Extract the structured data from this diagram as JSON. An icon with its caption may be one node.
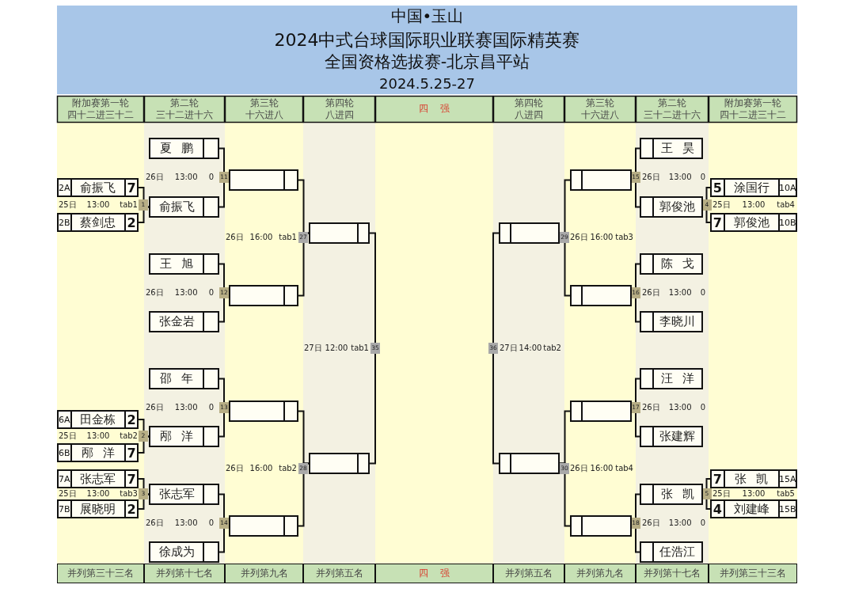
{
  "diagram": {
    "title": "2024中式台球国际职业联赛国际精英赛",
    "nodes": [
      {
        "text": [
          "2A",
          "俞振飞",
          "7"
        ]
      },
      {
        "text": [
          "2B",
          "蔡剑忠",
          "2"
        ]
      },
      {
        "text": [
          "6A",
          "田金栋",
          "2"
        ]
      },
      {
        "text": [
          "6B",
          "邴 洋",
          "7"
        ]
      },
      {
        "text": [
          "7A",
          "张志军",
          "7"
        ]
      },
      {
        "text": [
          "7B",
          "展晓明",
          "2"
        ]
      },
      {
        "text": [
          "夏 鹏"
        ]
      },
      {
        "text": [
          "俞振飞"
        ]
      },
      {
        "text": [
          "王 旭"
        ]
      },
      {
        "text": [
          "张金岩"
        ]
      },
      {
        "text": [
          "邵 年"
        ]
      },
      {
        "text": [
          "邴 洋"
        ]
      },
      {
        "text": [
          "张志军"
        ]
      },
      {
        "text": [
          "徐成为"
        ]
      },
      {
        "text": [],
        "shape": "box"
      },
      {
        "text": [],
        "shape": "box"
      },
      {
        "text": [],
        "shape": "box"
      },
      {
        "text": [],
        "shape": "box"
      },
      {
        "text": [],
        "shape": "box"
      },
      {
        "text": [],
        "shape": "box"
      },
      {
        "text": [],
        "shape": "box"
      },
      {
        "text": [],
        "shape": "box"
      },
      {
        "text": [],
        "shape": "box"
      },
      {
        "text": [],
        "shape": "box"
      },
      {
        "text": [],
        "shape": "box"
      },
      {
        "text": [],
        "shape": "box"
      },
      {
        "text": [
          "王 昊"
        ]
      },
      {
        "text": [
          "郭俊池"
        ]
      },
      {
        "text": [
          "陈 戈"
        ]
      },
      {
        "text": [
          "李晓川"
        ]
      },
      {
        "text": [
          "汪 洋"
        ]
      },
      {
        "text": [
          "张建辉"
        ]
      },
      {
        "text": [
          "张 凯"
        ]
      },
      {
        "text": [
          "任浩江"
        ]
      },
      {
        "text": [
          "5",
          "涂国行",
          "10A"
        ]
      },
      {
        "text": [
          "7",
          "郭俊池",
          "10B"
        ]
      },
      {
        "text": [
          "7",
          "张 凯",
          "15A"
        ]
      },
      {
        "text": [
          "4",
          "刘建峰",
          "15B"
        ]
      }
    ],
    "edges": [
      {
        "from": 0,
        "to": 7,
        "arrow": "none"
      },
      {
        "from": 1,
        "to": 7,
        "arrow": "none"
      },
      {
        "from": 2,
        "to": 11,
        "arrow": "none"
      },
      {
        "from": 3,
        "to": 11,
        "arrow": "none"
      },
      {
        "from": 4,
        "to": 12,
        "arrow": "none"
      },
      {
        "from": 5,
        "to": 12,
        "arrow": "none"
      },
      {
        "from": 6,
        "to": 14,
        "arrow": "none"
      },
      {
        "from": 7,
        "to": 14,
        "arrow": "none"
      },
      {
        "from": 8,
        "to": 15,
        "arrow": "none"
      },
      {
        "from": 9,
        "to": 15,
        "arrow": "none"
      },
      {
        "from": 10,
        "to": 16,
        "arrow": "none"
      },
      {
        "from": 11,
        "to": 16,
        "arrow": "none"
      },
      {
        "from": 12,
        "to": 17,
        "arrow": "none"
      },
      {
        "from": 13,
        "to": 17,
        "arrow": "none"
      },
      {
        "from": 14,
        "to": 18,
        "arrow": "none"
      },
      {
        "from": 15,
        "to": 18,
        "arrow": "none"
      },
      {
        "from": 16,
        "to": 19,
        "arrow": "none"
      },
      {
        "from": 17,
        "to": 19,
        "arrow": "none"
      },
      {
        "from": 18,
        "to": 19,
        "arrow": "none"
      },
      {
        "from": 20,
        "to": 21,
        "arrow": "none"
      },
      {
        "from": 22,
        "to": 20,
        "arrow": "none"
      },
      {
        "from": 23,
        "to": 20,
        "arrow": "none"
      },
      {
        "from": 24,
        "to": 21,
        "arrow": "none"
      },
      {
        "from": 25,
        "to": 21,
        "arrow": "none"
      },
      {
        "from": 26,
        "to": 22,
        "arrow": "none"
      },
      {
        "from": 27,
        "to": 22,
        "arrow": "none"
      },
      {
        "from": 28,
        "to": 23,
        "arrow": "none"
      },
      {
        "from": 29,
        "to": 23,
        "arrow": "none"
      },
      {
        "from": 30,
        "to": 24,
        "arrow": "none"
      },
      {
        "from": 31,
        "to": 24,
        "arrow": "none"
      },
      {
        "from": 32,
        "to": 25,
        "arrow": "none"
      },
      {
        "from": 33,
        "to": 25,
        "arrow": "none"
      },
      {
        "from": 34,
        "to": 27,
        "arrow": "none"
      },
      {
        "from": 35,
        "to": 27,
        "arrow": "none"
      },
      {
        "from": 36,
        "to": 32,
        "arrow": "none"
      },
      {
        "from": 37,
        "to": 32,
        "arrow": "none"
      }
    ],
    "labels": [
      "中国•玉山",
      "全国资格选拔赛-北京昌平站",
      "2024.5.25-27",
      "附加赛第一轮",
      "四十二进三十二",
      "第二轮",
      "三十二进十六",
      "第三轮",
      "十六进八",
      "第四轮",
      "八进四",
      "四 强",
      "第四轮",
      "八进四",
      "第三轮",
      "十六进八",
      "第二轮",
      "三十二进十六",
      "附加赛第一轮",
      "四十二进三十二",
      "26日 13:00 0",
      "11",
      "15",
      "26日 13:00 0",
      "25日 13:00 tab1",
      "1",
      "4",
      "25日 13:00 tab4",
      "26日 16:00 tab1",
      "27",
      "29",
      "26日 16:00 tab3",
      "26日 13:00 0",
      "12",
      "16",
      "26日 13:00 0",
      "27日 12:00 tab1",
      "35",
      "36",
      "27日 14:00 tab2",
      "26日 13:00 0",
      "13",
      "17",
      "26日 13:00 0",
      "25日 13:00 tab2",
      "2",
      "26日 16:00 tab2",
      "28",
      "30",
      "26日 16:00 tab4",
      "25日 13:00 tab3",
      "3",
      "5",
      "25日 13:00 tab5",
      "26日 13:00 0",
      "14",
      "18",
      "26日 13:00 0",
      "并列第三十三名",
      "并列第十七名",
      "并列第九名",
      "并列第五名",
      "四 强",
      "并列第五名",
      "并列第九名",
      "并列第十七名",
      "并列第三十三名"
    ]
  }
}
